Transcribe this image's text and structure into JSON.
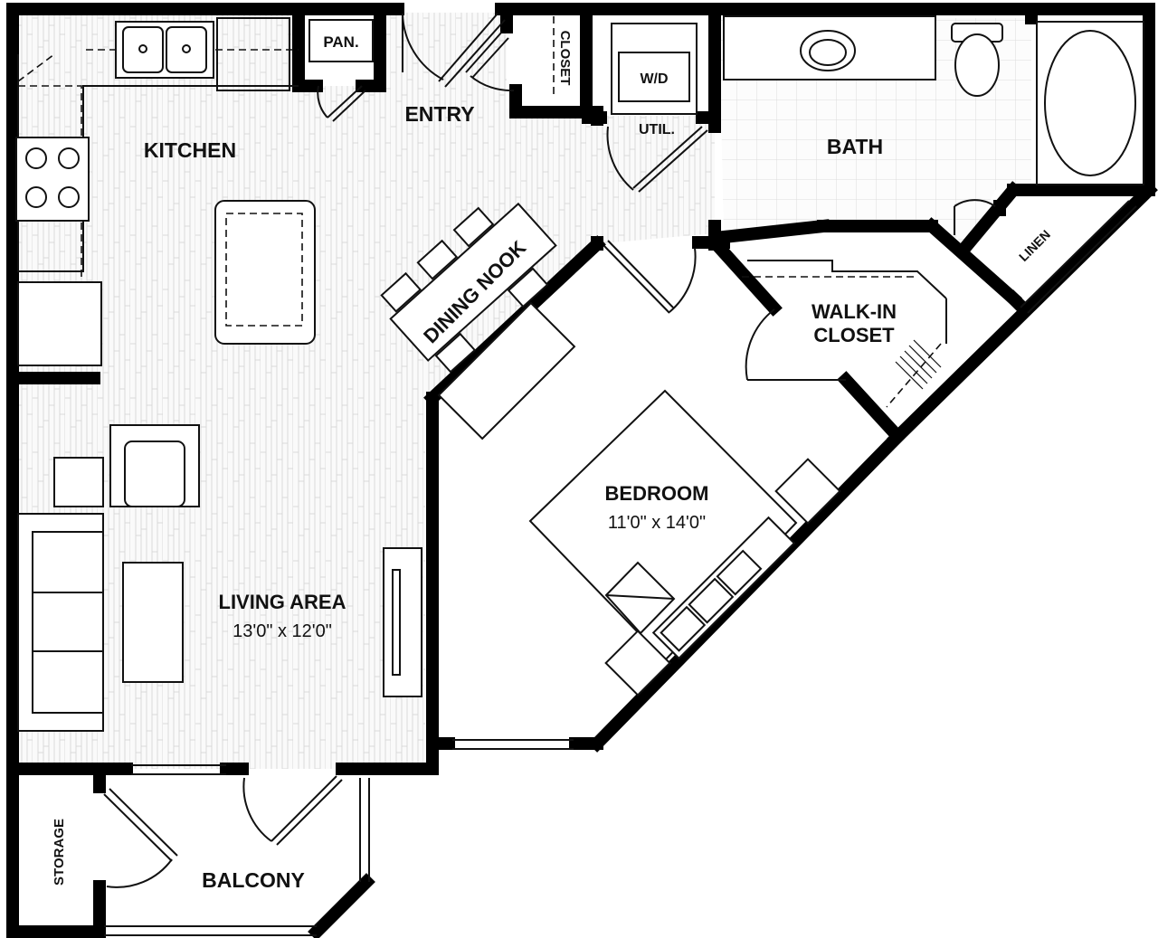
{
  "rooms": {
    "kitchen": "KITCHEN",
    "pantry": "PAN.",
    "entry": "ENTRY",
    "closet": "CLOSET",
    "washer_dryer": "W/D",
    "utility": "UTIL.",
    "bath": "BATH",
    "dining_nook": "DINING NOOK",
    "walk_in_closet_line1": "WALK-IN",
    "walk_in_closet_line2": "CLOSET",
    "linen": "LINEN",
    "bedroom": "BEDROOM",
    "bedroom_dims": "11'0\" x 14'0\"",
    "living_area": "LIVING AREA",
    "living_area_dims": "13'0\" x 12'0\"",
    "storage": "STORAGE",
    "balcony": "BALCONY"
  },
  "colors": {
    "wall": "#000000",
    "floor_pattern": "#d9d9d9",
    "tile_grid": "#dcdcdc",
    "background": "#ffffff"
  }
}
